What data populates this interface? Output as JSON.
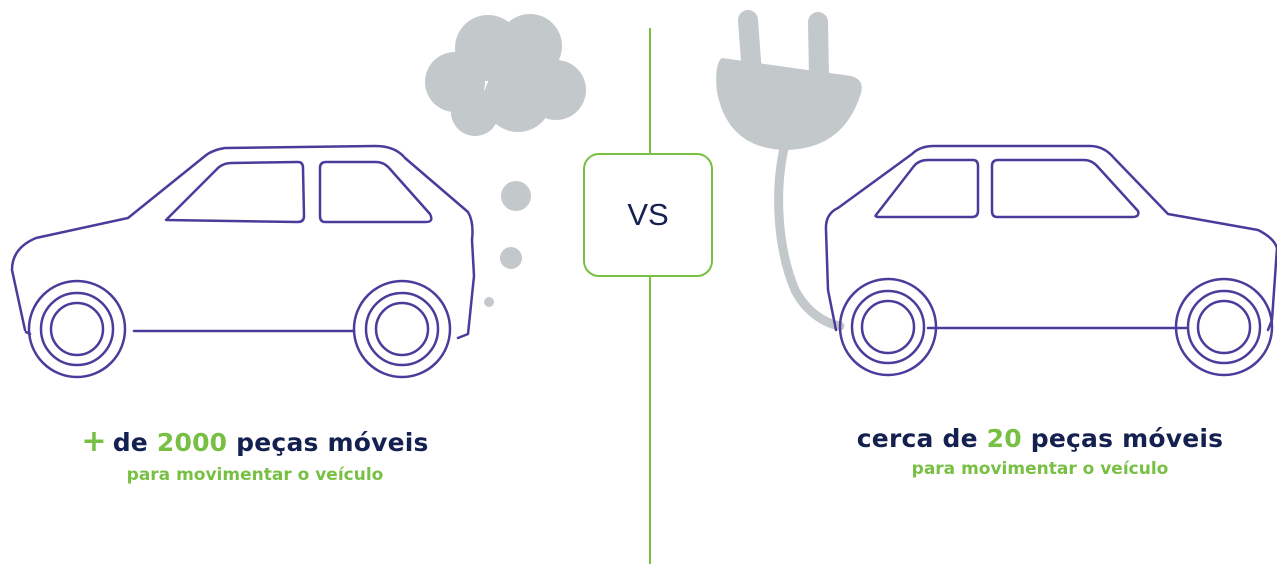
{
  "comparison": {
    "vs_label": "VS",
    "left": {
      "plus": "+",
      "prefix": "de",
      "count": "2000",
      "suffix": "peças móveis",
      "subtitle": "para movimentar o veículo"
    },
    "right": {
      "prefix": "cerca de",
      "count": "20",
      "suffix": "peças móveis",
      "subtitle": "para movimentar o veículo"
    }
  },
  "colors": {
    "outline": "#4c3b9b",
    "accent_green": "#78c043",
    "navy_text": "#14204f",
    "smoke_gray": "#c3c8ca"
  },
  "icons": {
    "left_car": "combustion-car-icon",
    "smoke": "smoke-cloud-icon",
    "right_car": "electric-car-icon",
    "plug": "power-plug-icon"
  }
}
